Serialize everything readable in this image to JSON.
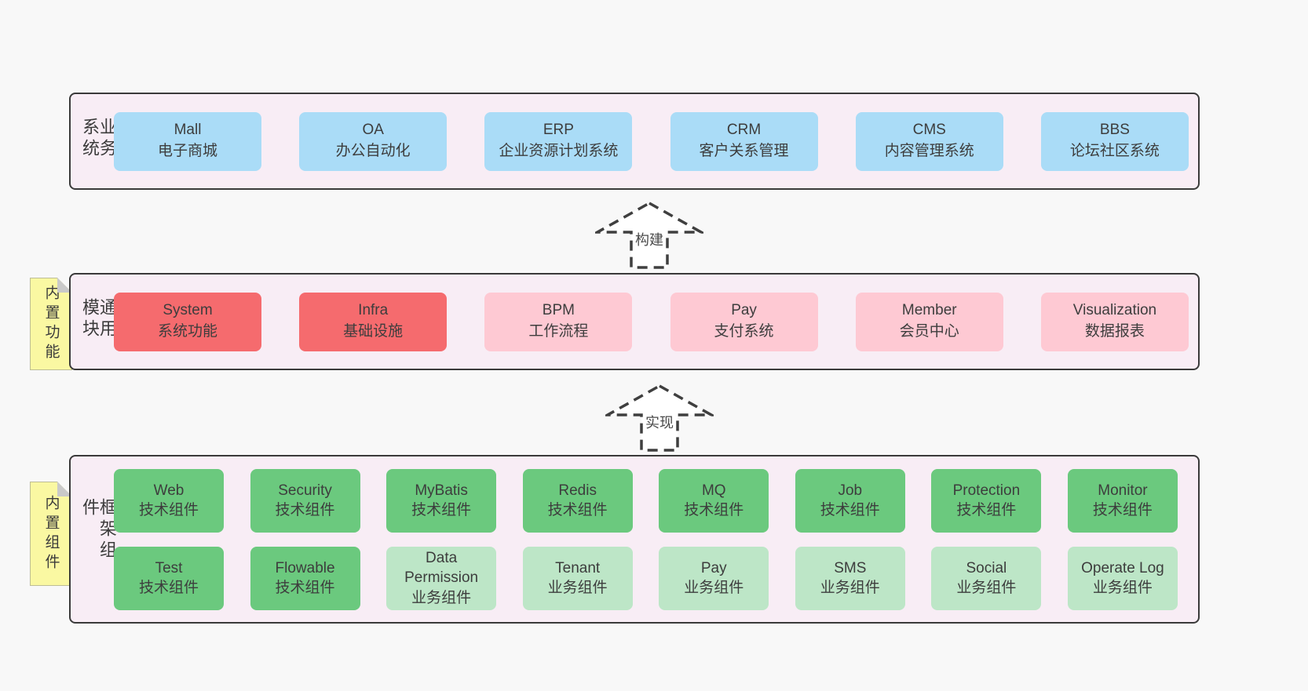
{
  "colors": {
    "page_bg": "#f8f8f8",
    "section_bg": "#f8edf5",
    "section_border": "#3a3a3a",
    "blue_box": "#aadcf7",
    "red_box": "#f56b6e",
    "pink_box": "#fec9d3",
    "green_box": "#6bc97e",
    "green_light_box": "#bde6c7",
    "sticky_yellow": "#faf8a2",
    "fold_gray": "#c9c9c9",
    "text": "#3d3d3d"
  },
  "arrows": [
    {
      "label": "构建"
    },
    {
      "label": "实现"
    }
  ],
  "sections": [
    {
      "label": "业务系统",
      "boxes": [
        {
          "name": "Mall",
          "desc": "电子商城",
          "variant": "blue"
        },
        {
          "name": "OA",
          "desc": "办公自动化",
          "variant": "blue"
        },
        {
          "name": "ERP",
          "desc": "企业资源计划系统",
          "variant": "blue"
        },
        {
          "name": "CRM",
          "desc": "客户关系管理",
          "variant": "blue"
        },
        {
          "name": "CMS",
          "desc": "内容管理系统",
          "variant": "blue"
        },
        {
          "name": "BBS",
          "desc": "论坛社区系统",
          "variant": "blue"
        }
      ]
    },
    {
      "label": "通用模块",
      "sticky": "内置功能",
      "boxes": [
        {
          "name": "System",
          "desc": "系统功能",
          "variant": "red"
        },
        {
          "name": "Infra",
          "desc": "基础设施",
          "variant": "red"
        },
        {
          "name": "BPM",
          "desc": "工作流程",
          "variant": "pink"
        },
        {
          "name": "Pay",
          "desc": "支付系统",
          "variant": "pink"
        },
        {
          "name": "Member",
          "desc": "会员中心",
          "variant": "pink"
        },
        {
          "name": "Visualization",
          "desc": "数据报表",
          "variant": "pink"
        }
      ]
    },
    {
      "label": "框架组件",
      "sticky": "内置组件",
      "rows": [
        [
          {
            "name": "Web",
            "desc": "技术组件",
            "variant": "green"
          },
          {
            "name": "Security",
            "desc": "技术组件",
            "variant": "green"
          },
          {
            "name": "MyBatis",
            "desc": "技术组件",
            "variant": "green"
          },
          {
            "name": "Redis",
            "desc": "技术组件",
            "variant": "green"
          },
          {
            "name": "MQ",
            "desc": "技术组件",
            "variant": "green"
          },
          {
            "name": "Job",
            "desc": "技术组件",
            "variant": "green"
          },
          {
            "name": "Protection",
            "desc": "技术组件",
            "variant": "green"
          },
          {
            "name": "Monitor",
            "desc": "技术组件",
            "variant": "green"
          }
        ],
        [
          {
            "name": "Test",
            "desc": "技术组件",
            "variant": "green"
          },
          {
            "name": "Flowable",
            "desc": "技术组件",
            "variant": "green"
          },
          {
            "name": "Data Permission",
            "desc": "业务组件",
            "variant": "green-light"
          },
          {
            "name": "Tenant",
            "desc": "业务组件",
            "variant": "green-light"
          },
          {
            "name": "Pay",
            "desc": "业务组件",
            "variant": "green-light"
          },
          {
            "name": "SMS",
            "desc": "业务组件",
            "variant": "green-light"
          },
          {
            "name": "Social",
            "desc": "业务组件",
            "variant": "green-light"
          },
          {
            "name": "Operate Log",
            "desc": "业务组件",
            "variant": "green-light"
          }
        ]
      ]
    }
  ]
}
